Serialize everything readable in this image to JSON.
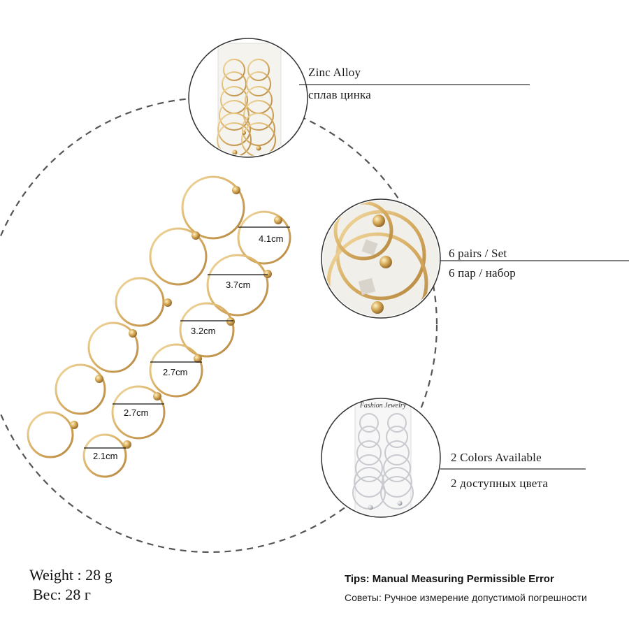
{
  "features": [
    {
      "en": "Zinc Alloy",
      "ru": "сплав цинка"
    },
    {
      "en": "6 pairs / Set",
      "ru": "6 пар / набор"
    },
    {
      "en": "2 Colors Available",
      "ru": "2 доступных цвета"
    }
  ],
  "sizes": [
    "4.1cm",
    "3.7cm",
    "3.2cm",
    "2.7cm",
    "2.7cm",
    "2.1cm"
  ],
  "card_text": "Fashion Jewelry",
  "weight": {
    "en": "Weight : 28 g",
    "ru": "Вес: 28 г"
  },
  "tips": {
    "en": "Tips: Manual Measuring Permissible Error",
    "ru": "Советы: Ручное измерение допустимой погрешности"
  },
  "colors": {
    "gold": "#d9b26a",
    "gold_dark": "#b8893f",
    "silver": "#c9cbd0",
    "dash": "#555555",
    "line": "#333333"
  }
}
